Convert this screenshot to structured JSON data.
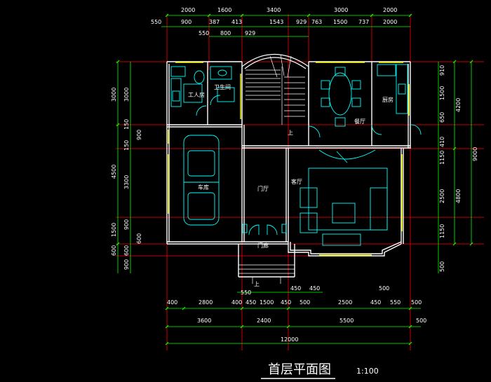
{
  "drawing": {
    "title": "首层平面图",
    "scale": "1:100"
  },
  "colors": {
    "background": "#000000",
    "wall": "#ffffff",
    "axis": "#ff0000",
    "dimension": "#00ff00",
    "furniture": "#00ffff",
    "window": "#ffff00",
    "text": "#ffffff"
  },
  "rooms": {
    "servant": "工人房",
    "bathroom": "卫生间",
    "dining": "餐厅",
    "kitchen": "厨房",
    "garage": "车库",
    "foyer": "门厅",
    "living": "客厅",
    "porch": "门廊",
    "stair_up_1": "上",
    "stair_up_2": "上"
  },
  "dims_top": {
    "r1": [
      "2000",
      "1600",
      "3400",
      "3000",
      "2000"
    ],
    "r2": [
      "550",
      "900",
      "387",
      "413",
      "1543",
      "929",
      "763",
      "1500",
      "737",
      "2000"
    ],
    "r3": [
      "550",
      "800",
      "929"
    ]
  },
  "dims_bottom": {
    "r0": [
      "550",
      "450",
      "500",
      "450"
    ],
    "r1": [
      "400",
      "2800",
      "400",
      "450",
      "1500",
      "450",
      "500",
      "2500",
      "450",
      "550",
      "500"
    ],
    "r2": [
      "3600",
      "2400",
      "5500",
      "500"
    ],
    "total": "12000"
  },
  "dims_left": {
    "r1": [
      "3000",
      "4500",
      "600"
    ],
    "r2": [
      "3000",
      "150",
      "900",
      "150",
      "3300",
      "1500",
      "900",
      "600",
      "900",
      "600"
    ]
  },
  "dims_right": {
    "r1": [
      "910",
      "1500",
      "650",
      "410",
      "1150",
      "2500",
      "1150",
      "500"
    ],
    "r2": [
      "4200",
      "4800"
    ],
    "total": "9000"
  }
}
